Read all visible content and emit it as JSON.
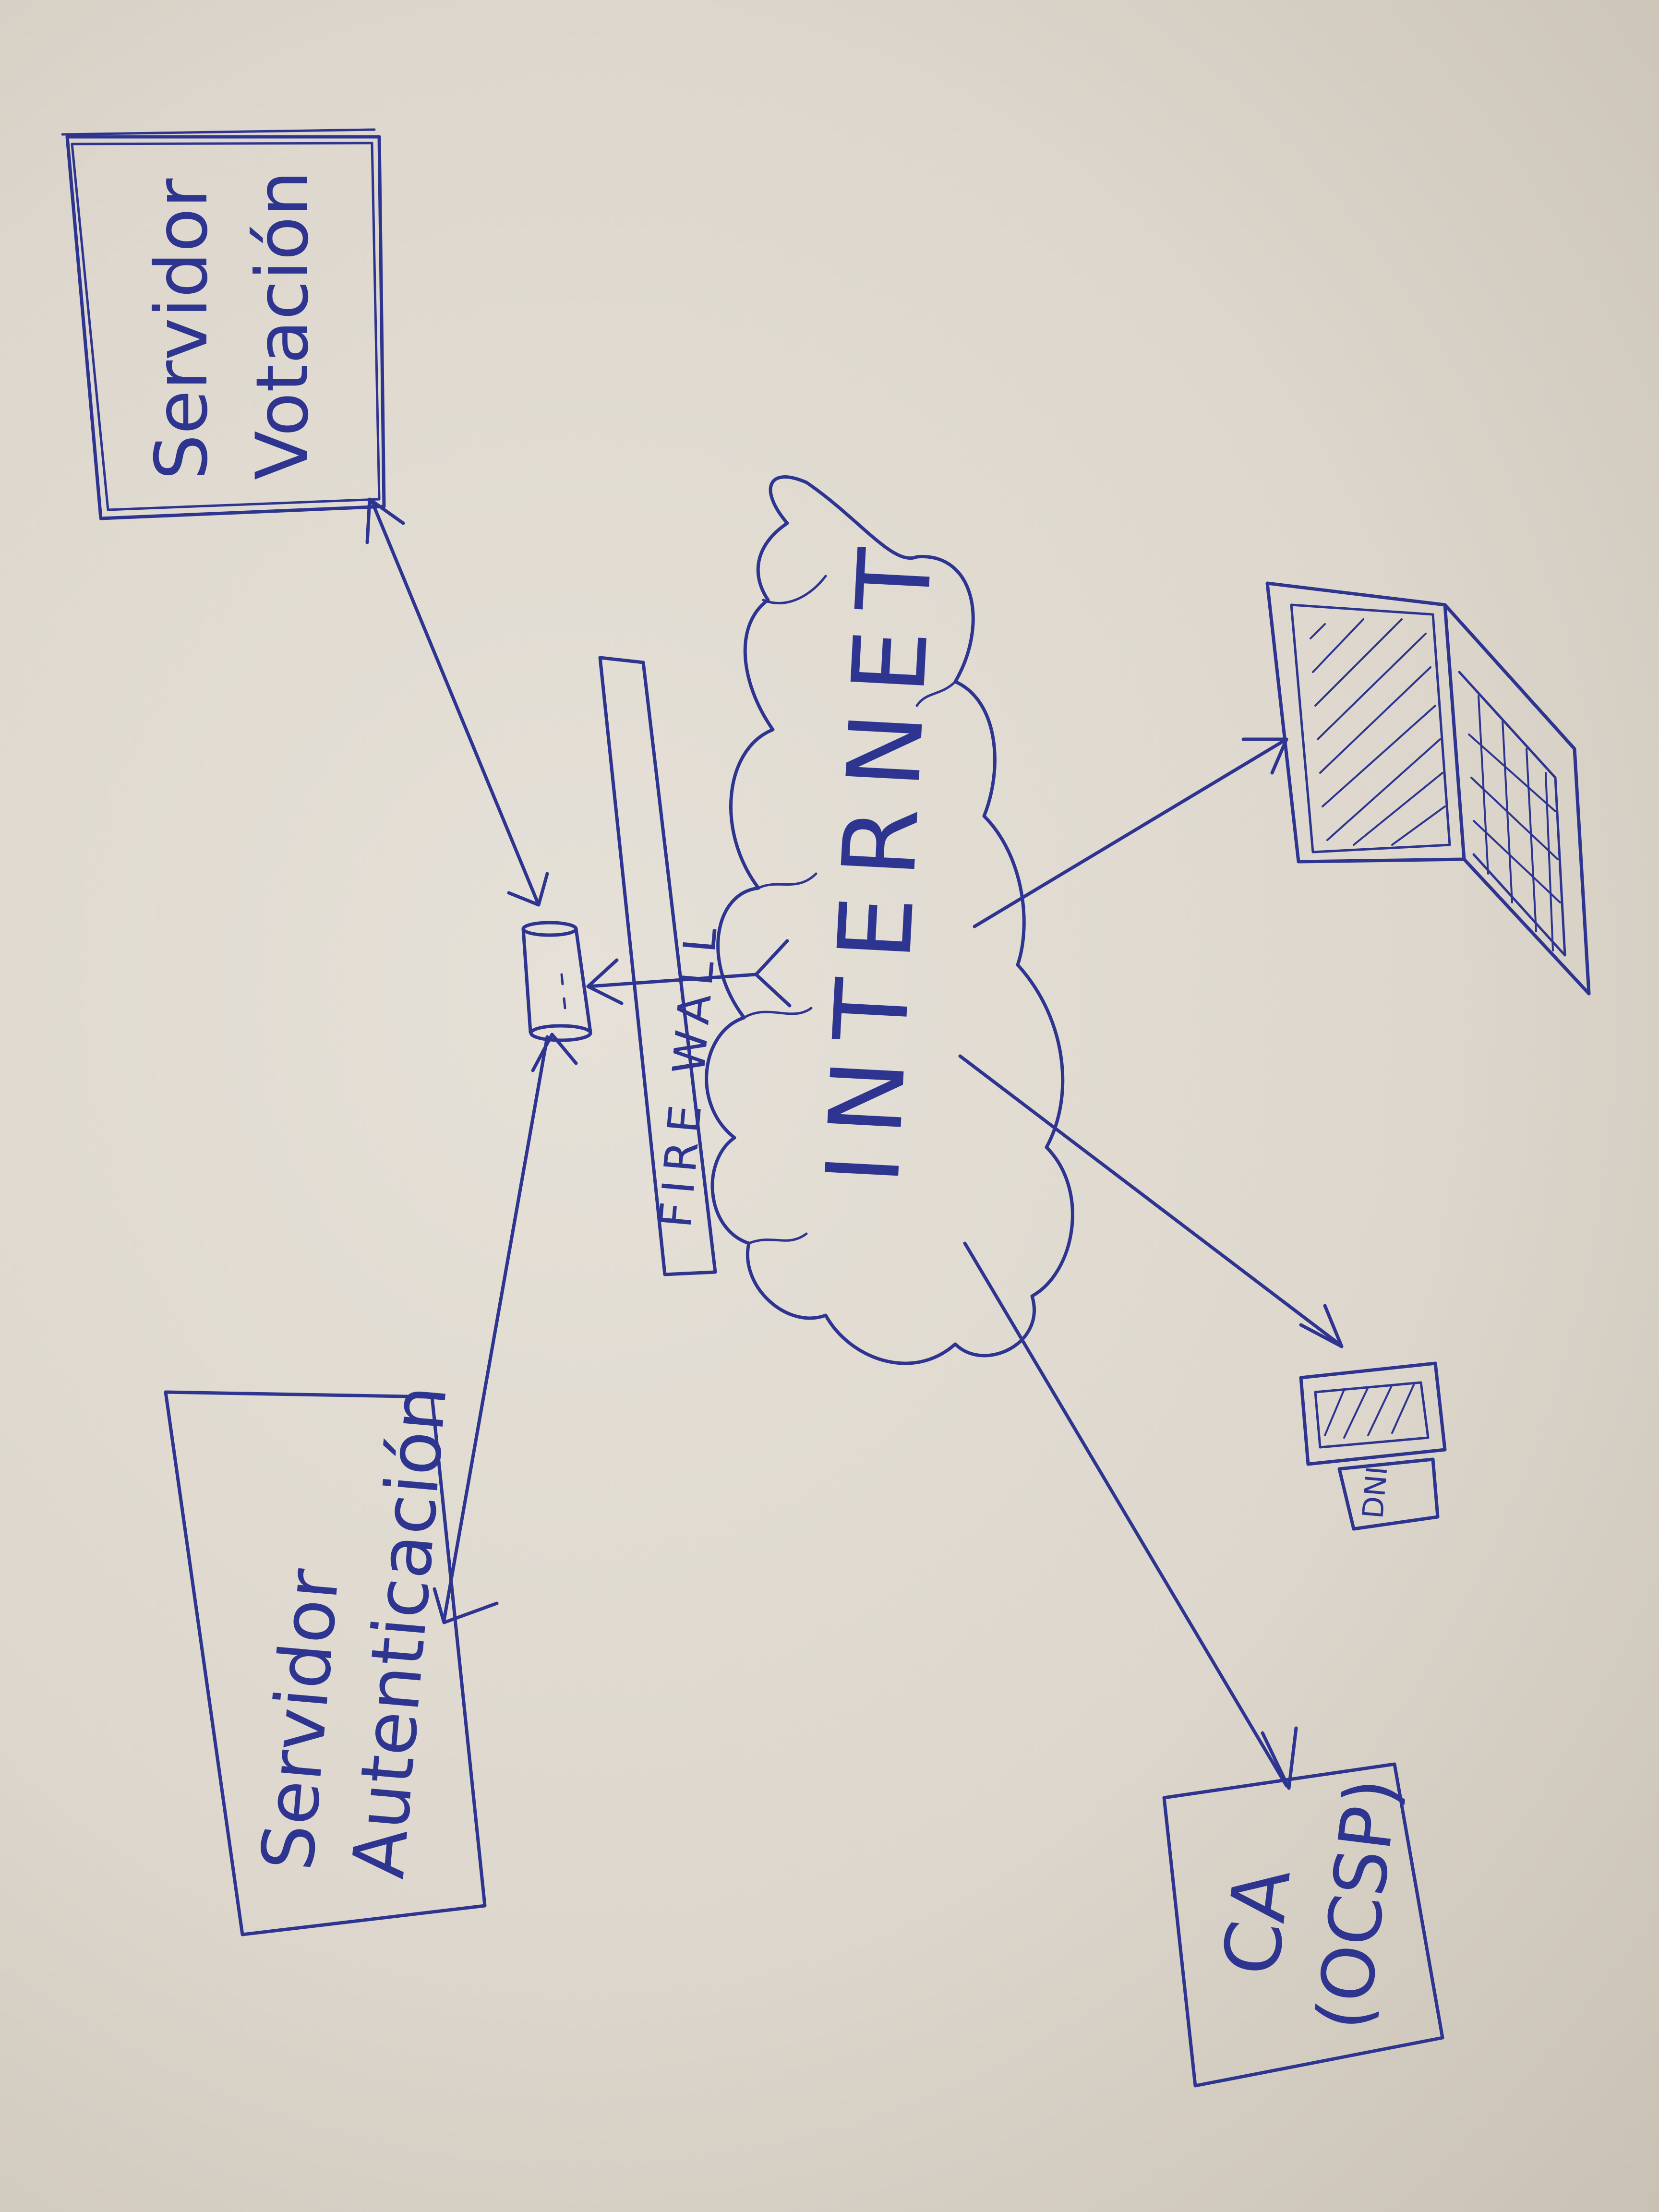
{
  "nodes": {
    "servidor_votacion": {
      "line1": "Servidor",
      "line2": "Votación"
    },
    "servidor_autenticacion": {
      "line1": "Servidor",
      "line2": "Autenticación"
    },
    "firewall": {
      "label": "FIRE WALL"
    },
    "internet": {
      "label": "INTERNET"
    },
    "ca": {
      "line1": "CA",
      "line2": "(OCSP)"
    },
    "dni": {
      "label": "DNI"
    }
  },
  "edges": [
    {
      "from": "servidor_votacion",
      "to": "router",
      "arrows": "both"
    },
    {
      "from": "router",
      "to": "servidor_autenticacion",
      "arrows": "both"
    },
    {
      "from": "internet",
      "to": "router",
      "arrows": "to"
    },
    {
      "from": "internet",
      "to": "laptop",
      "arrows": "to"
    },
    {
      "from": "internet",
      "to": "phone",
      "arrows": "to"
    },
    {
      "from": "internet",
      "to": "ca",
      "arrows": "to"
    }
  ],
  "colors": {
    "ink": "#2e3590",
    "paper": "#e2ddd3"
  }
}
